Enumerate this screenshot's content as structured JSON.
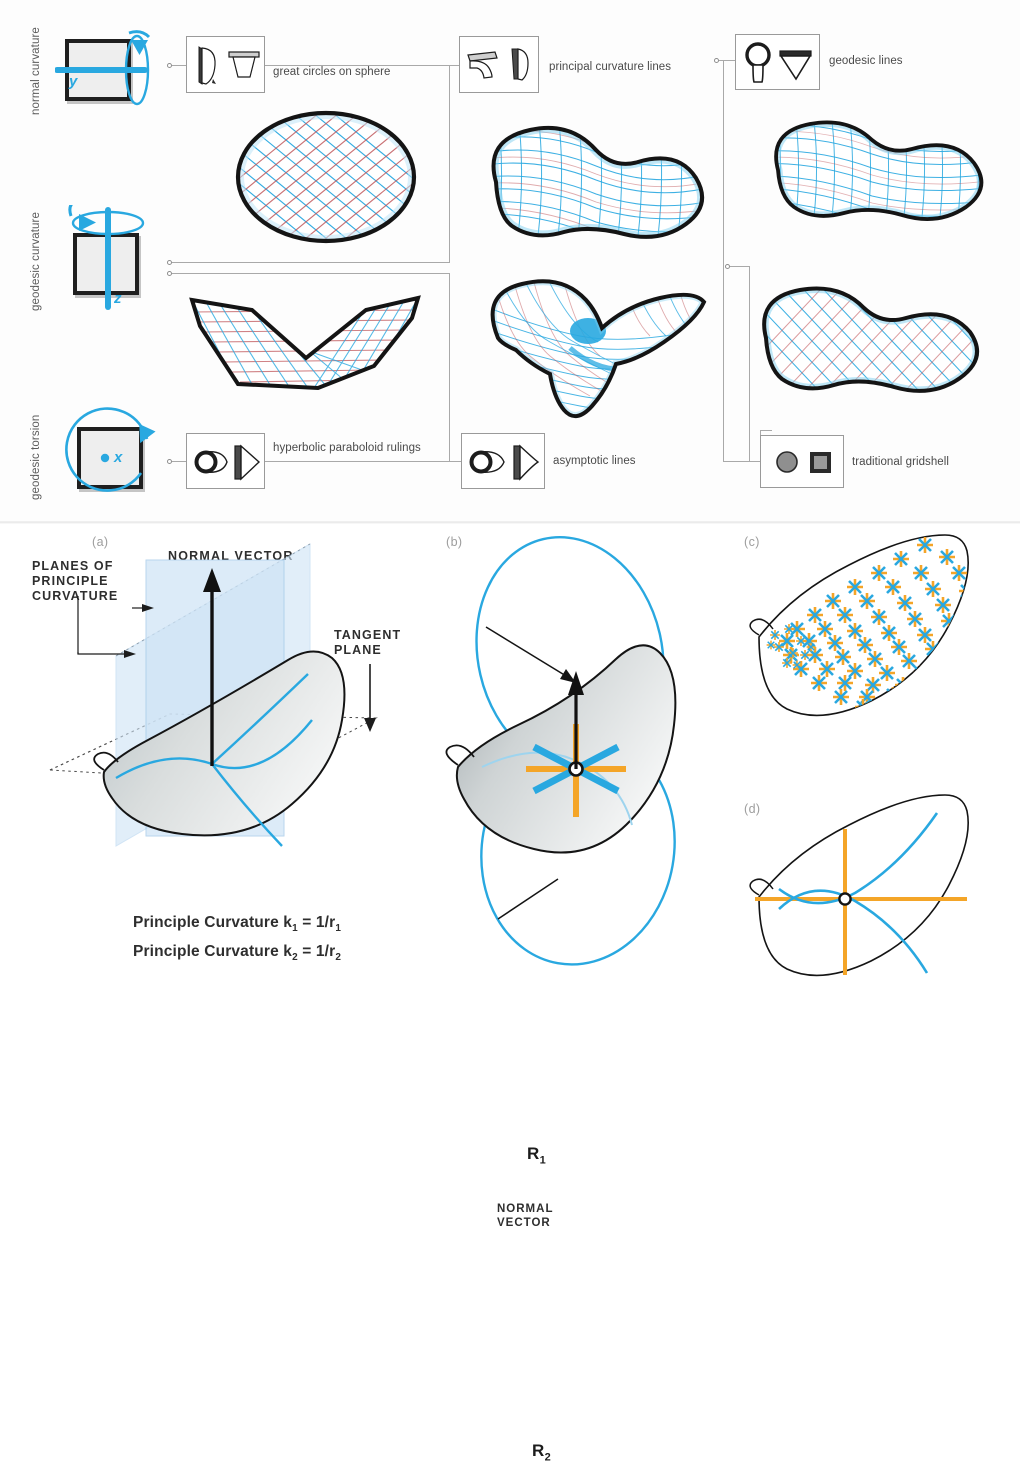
{
  "colors": {
    "cyan": "#29a8e0",
    "cyan_light": "#7fd0f0",
    "orange": "#f4a528",
    "red_mesh": "#c0585c",
    "black": "#141414",
    "grey_line": "#a9a9a9",
    "plane_blue": "#cfe4f6",
    "surface_grey": "#d7d9da",
    "label_grey": "#5b5b5b"
  },
  "top_matrix": {
    "row_labels": [
      {
        "id": "normal-curvature",
        "text": "normal curvature"
      },
      {
        "id": "geodesic-curvature",
        "text": "geodesic curvature"
      },
      {
        "id": "geodesic-torsion",
        "text": "geodesic torsion"
      }
    ],
    "axis_letters": [
      {
        "id": "axis-y",
        "text": "y"
      },
      {
        "id": "axis-z",
        "text": "z"
      },
      {
        "id": "axis-x",
        "text": "x"
      }
    ],
    "boxes": [
      {
        "id": "great-circles-on-sphere",
        "label": "great circles on sphere",
        "icons": [
          "curved-panel-icon",
          "trapezoid-shell-icon"
        ]
      },
      {
        "id": "principal-curvature-lines",
        "label": "principal curvature lines",
        "icons": [
          "slab-icon",
          "curved-blade-icon"
        ]
      },
      {
        "id": "geodesic-lines",
        "label": "geodesic lines",
        "icons": [
          "ring-handle-icon",
          "funnel-icon"
        ]
      },
      {
        "id": "hyperbolic-paraboloid-rulings",
        "label": "hyperbolic paraboloid rulings",
        "icons": [
          "ring-teardrop-icon",
          "wedge-plate-icon"
        ]
      },
      {
        "id": "asymptotic-lines",
        "label": "asymptotic lines",
        "icons": [
          "ring-teardrop-icon",
          "wedge-plate-icon"
        ]
      },
      {
        "id": "traditional-gridshell",
        "label": "traditional gridshell",
        "icons": [
          "circle-node-icon",
          "square-node-icon"
        ]
      }
    ],
    "surfaces": [
      {
        "id": "sphere-dome-surface",
        "name": "dome with great circle grid"
      },
      {
        "id": "blob-principal-surface",
        "name": "blob with principal curvature mesh"
      },
      {
        "id": "blob-geodesic-surface",
        "name": "blob with geodesic mesh"
      },
      {
        "id": "hypar-surface",
        "name": "hyperbolic paraboloid with rulings"
      },
      {
        "id": "asymptotic-surface",
        "name": "saddle with asymptotic lines"
      },
      {
        "id": "gridshell-surface",
        "name": "blob with traditional gridshell mesh"
      }
    ]
  },
  "bottom": {
    "panel_a": {
      "tag": "(a)",
      "labels": {
        "planes": "PLANES OF\nPRINCIPLE\nCURVATURE",
        "normal_vector": "NORMAL VECTOR",
        "tangent_plane": "TANGENT\nPLANE"
      },
      "formulas": [
        {
          "id": "formula-k1",
          "lead": "Principle Curvature k",
          "sub1": "1",
          "mid": " = 1/r",
          "sub2": "1"
        },
        {
          "id": "formula-k2",
          "lead": "Principle Curvature k",
          "sub1": "2",
          "mid": " = 1/r",
          "sub2": "2"
        }
      ]
    },
    "panel_b": {
      "tag": "(b)",
      "r1": "R",
      "r1_sub": "1",
      "r2": "R",
      "r2_sub": "2",
      "normal_vector": "NORMAL\nVECTOR"
    },
    "panel_c": {
      "tag": "(c)",
      "name": "asterisk-curvature-field"
    },
    "panel_d": {
      "tag": "(d)",
      "name": "principal-directions-crosshair"
    }
  }
}
